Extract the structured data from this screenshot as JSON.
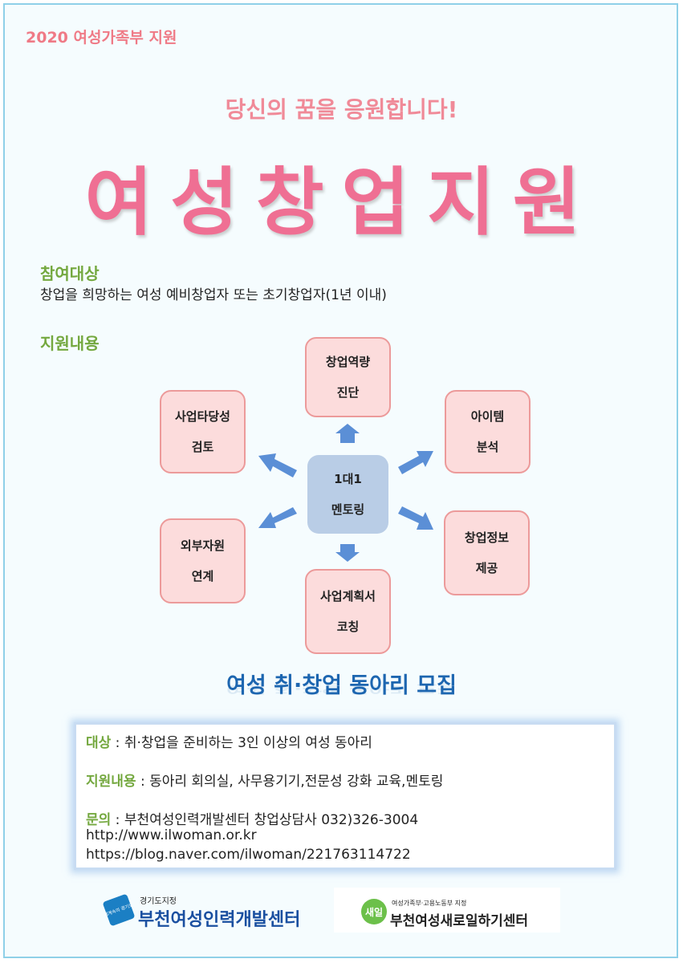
{
  "header": {
    "year_label": "2020 여성가족부 지원"
  },
  "subtitle": "당신의 꿈을 응원합니다!",
  "main_title": "여성창업지원",
  "target": {
    "heading": "참여대상",
    "text": "창업을 희망하는 여성 예비창업자 또는 초기창업자(1년 이내)"
  },
  "support": {
    "heading": "지원내용",
    "center": {
      "line1": "1대1",
      "line2": "멘토링"
    },
    "items": [
      {
        "line1": "창업역량",
        "line2": "진단"
      },
      {
        "line1": "아이템",
        "line2": "분석"
      },
      {
        "line1": "창업정보",
        "line2": "제공"
      },
      {
        "line1": "사업계획서",
        "line2": "코칭"
      },
      {
        "line1": "외부자원",
        "line2": "연계"
      },
      {
        "line1": "사업타당성",
        "line2": "검토"
      }
    ]
  },
  "recruit": {
    "title": "여성 취·창업 동아리 모집",
    "target_key": "대상",
    "target_value": " : 취·창업을 준비하는 3인 이상의 여성 동아리",
    "support_key": "지원내용",
    "support_value": " : 동아리 회의실, 사무용기기,전문성 강화 교육,멘토링",
    "contact_key": "문의",
    "contact_value": " : 부천여성인력개발센터 창업상담사 032)326-3004",
    "url1": "http://www.ilwoman.or.kr",
    "url2": "https://blog.naver.com/ilwoman/221763114722"
  },
  "footer": {
    "left_small": "경기도지정",
    "left_name": "부천여성인력개발센터",
    "left_seal": "세계속의 경기도",
    "right_small": "여성가족부·고용노동부 지정",
    "right_name": "부천여성새로일하기센터",
    "right_seal": "새일"
  },
  "colors": {
    "pink": "#ef6f93",
    "green": "#74a83f",
    "blue": "#1d66b0",
    "arrow": "#5b8fd6"
  }
}
